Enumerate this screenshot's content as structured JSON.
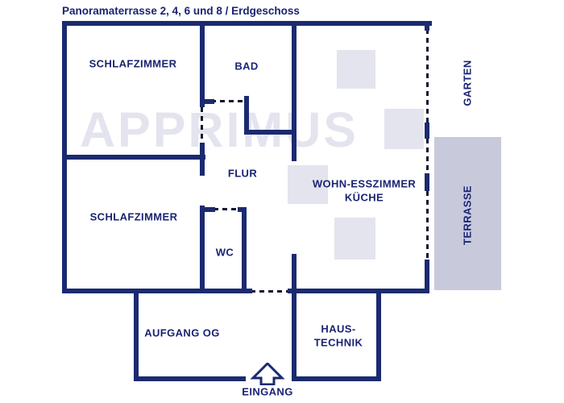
{
  "title": "Panoramaterrasse 2, 4, 6 und 8 / Erdgeschoss",
  "watermark": "APPRIMUS",
  "colors": {
    "wall": "#1b2a70",
    "label_text": "#1a2473",
    "door_window_dash": "#15152e",
    "terrace_fill": "#c9c9dc",
    "furniture_fill": "#e4e4ee",
    "watermark_text": "#e4e4ef",
    "background": "#ffffff"
  },
  "rooms": {
    "schlafzimmer_top": "SCHLAFZIMMER",
    "bad": "BAD",
    "flur": "FLUR",
    "wohn_esszimmer_line1": "WOHN-ESSZIMMER",
    "wohn_esszimmer_line2": "KÜCHE",
    "schlafzimmer_bottom": "SCHLAFZIMMER",
    "wc": "WC",
    "aufgang": "AUFGANG OG",
    "haustechnik_line1": "HAUS-",
    "haustechnik_line2": "TECHNIK"
  },
  "outdoor": {
    "garten": "GARTEN",
    "terrasse": "TERRASSE"
  },
  "entrance": {
    "label": "EINGANG"
  }
}
